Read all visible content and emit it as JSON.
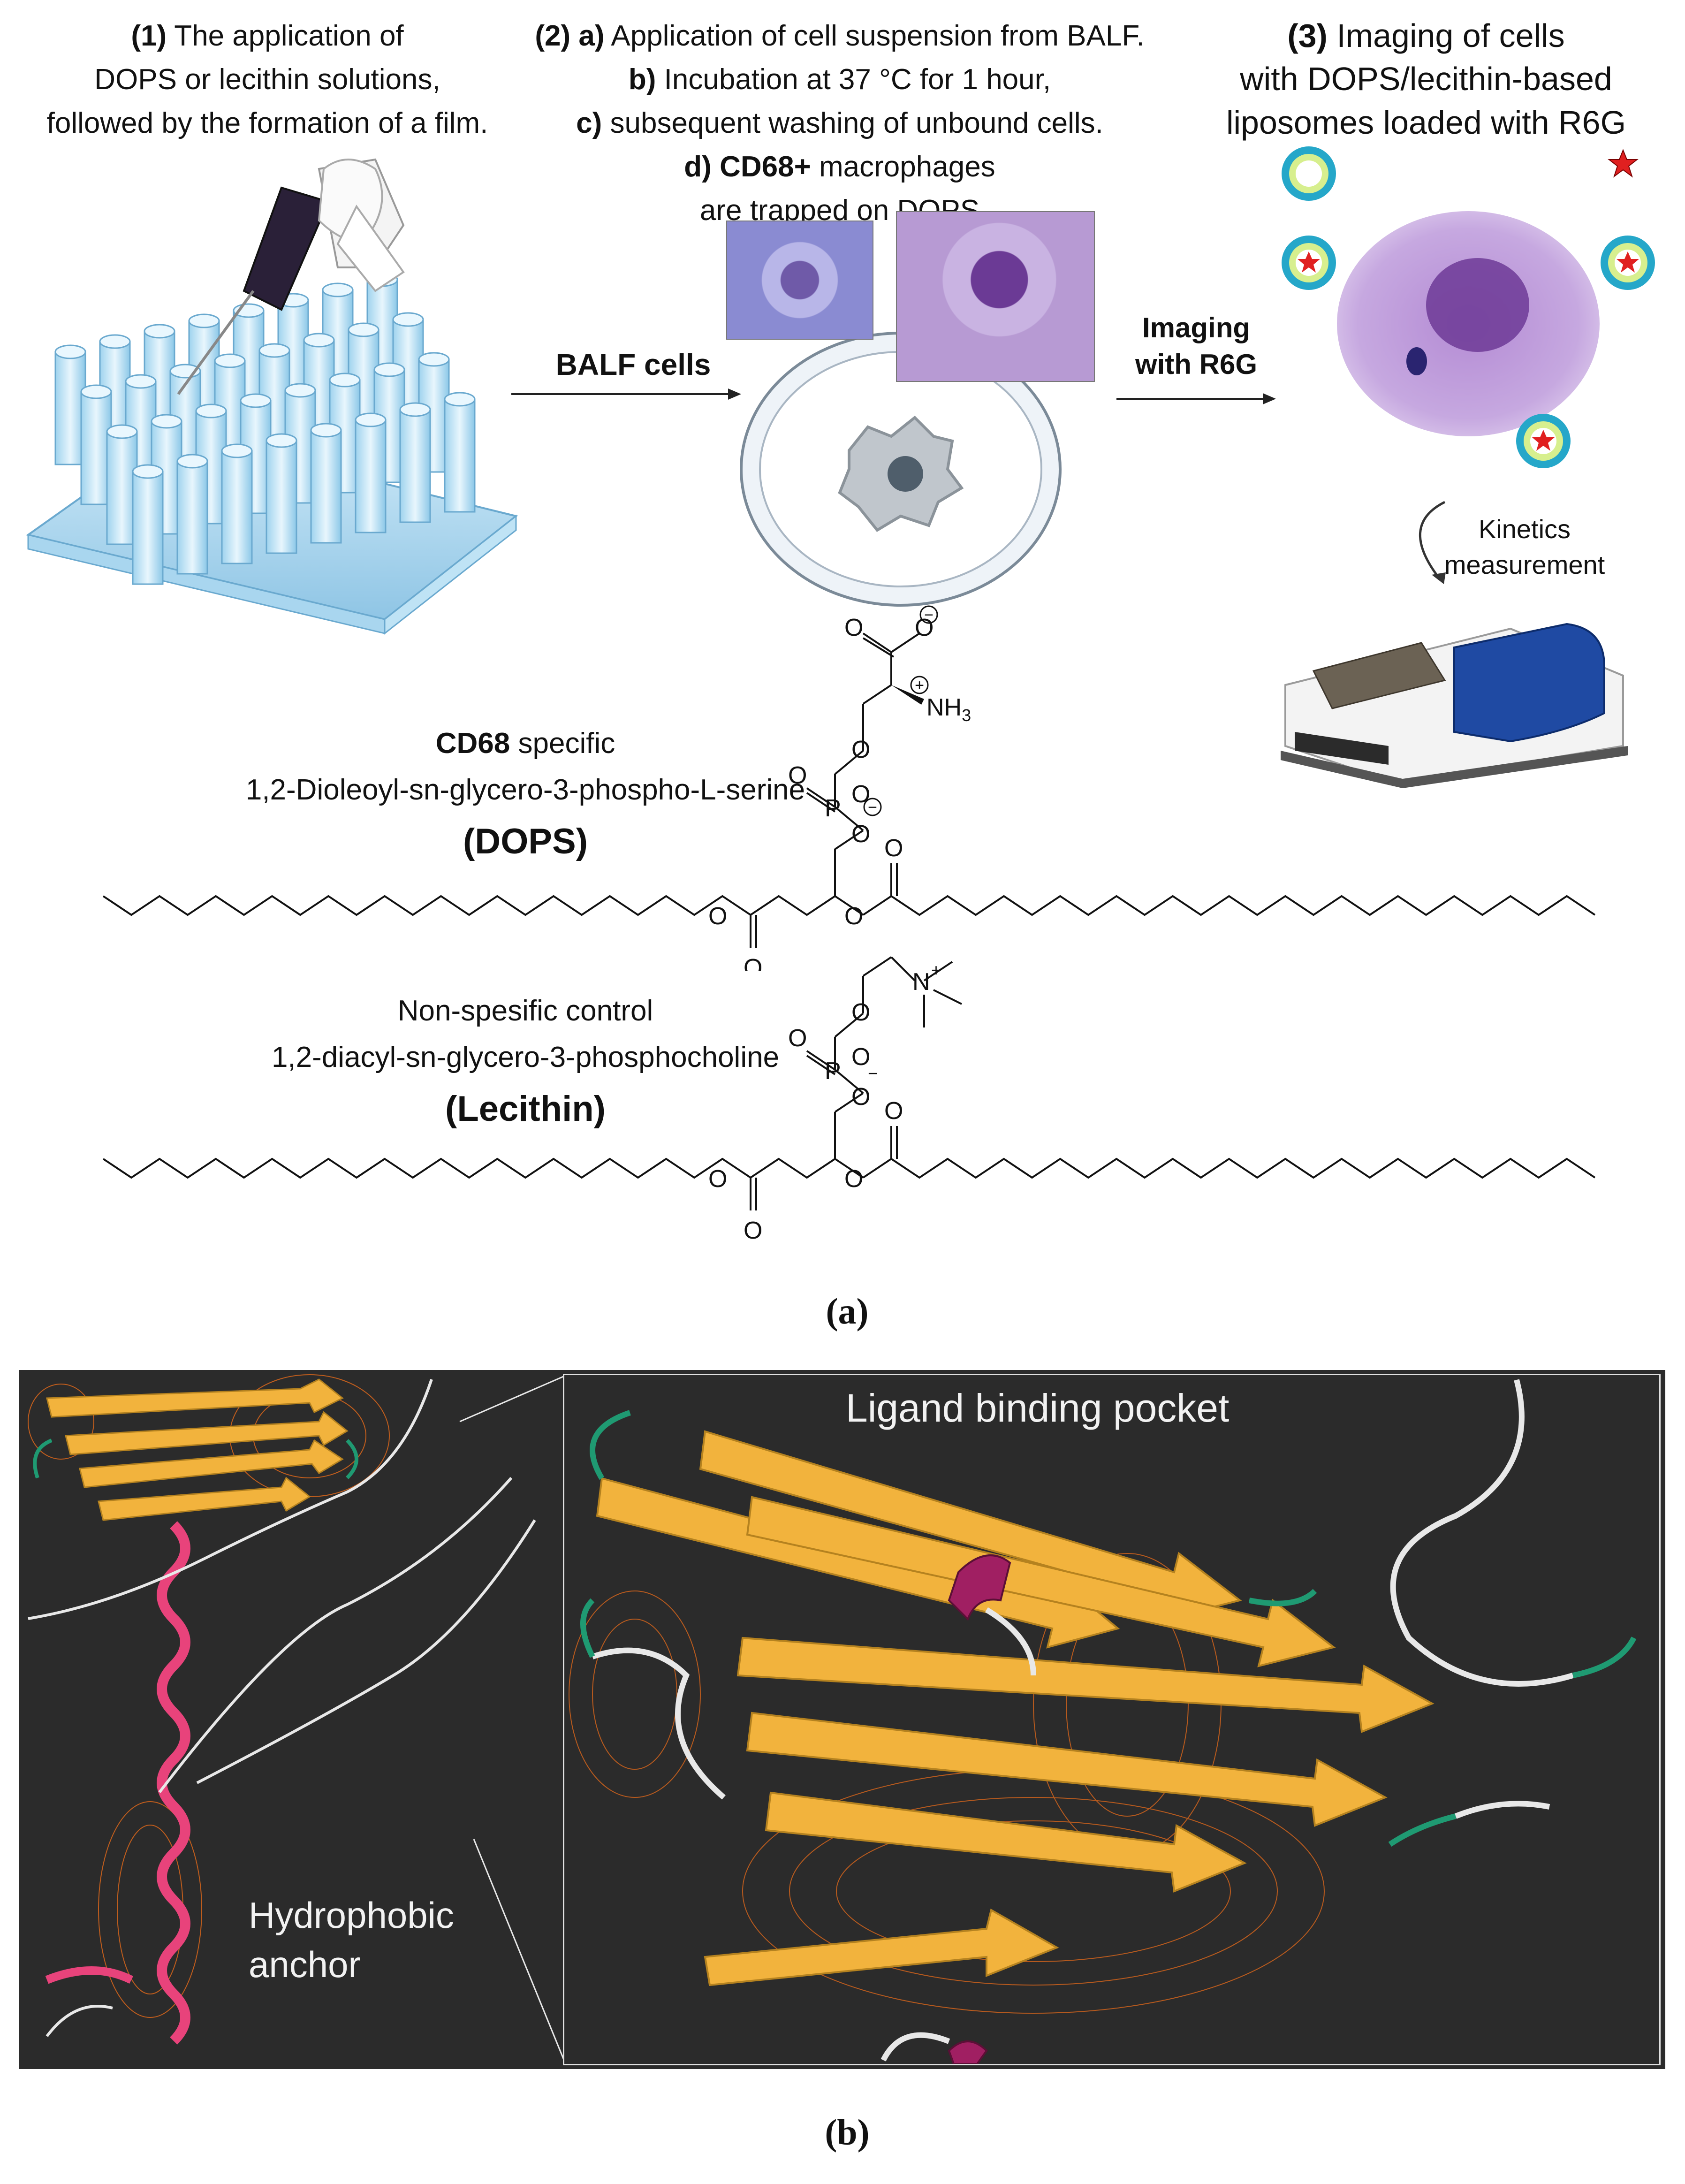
{
  "panel_a": {
    "step1": {
      "num": "(1)",
      "text1": "The application of",
      "text2": "DOPS or lecithin solutions,",
      "text3": "followed by the formation of a film."
    },
    "step2": {
      "num": "(2)",
      "a_label": "a)",
      "a_text": "Application of cell suspension from BALF.",
      "b_label": "b)",
      "b_text": "Incubation at 37 °C for 1 hour,",
      "c_label": "c)",
      "c_text": "subsequent washing of unbound cells.",
      "d_label": "d)",
      "d_bold": "CD68+",
      "d_text1": "macrophages",
      "d_text2": "are trapped on DOPS"
    },
    "step3": {
      "num": "(3)",
      "text1": "Imaging of cells",
      "text2": "with DOPS/lecithin-based",
      "text3": "liposomes loaded with R6G"
    },
    "arrow_balf": "BALF cells",
    "arrow_imaging_1": "Imaging",
    "arrow_imaging_2": "with R6G",
    "kinetics_1": "Kinetics",
    "kinetics_2": "measurement",
    "dops": {
      "line1_bold": "CD68",
      "line1_rest": "specific",
      "line2": "1,2-Dioleoyl-sn-glycero-3-phospho-L-serine",
      "abbr": "(DOPS)"
    },
    "lecithin": {
      "line1": "Non-spesific control",
      "line2": "1,2-diacyl-sn-glycero-3-phosphocholine",
      "abbr": "(Lecithin)"
    },
    "atoms": {
      "O": "O",
      "P": "P",
      "NH3": "NH",
      "NH3_sub": "3",
      "N": "N",
      "plus": "+",
      "minus": "−"
    },
    "caption": "(a)"
  },
  "panel_b": {
    "title": "Ligand binding pocket",
    "anchor_1": "Hydrophobic",
    "anchor_2": "anchor",
    "caption": "(b)"
  },
  "colors": {
    "strand": "#f2b33d",
    "helix": "#e8437b",
    "mesh": "#d0631c",
    "coil": "#e8e8e8",
    "turn": "#1f9a72",
    "background_b": "#2b2b2b",
    "stain": "#8a58b8"
  }
}
